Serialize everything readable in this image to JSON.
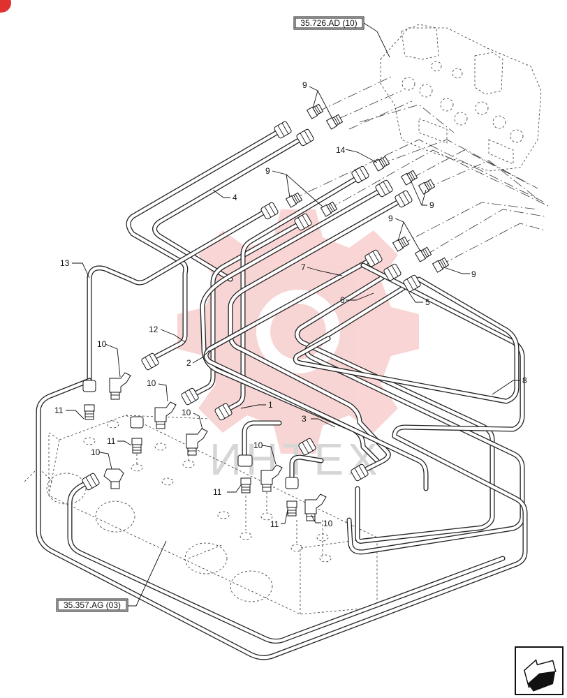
{
  "diagram": {
    "references": {
      "top": "35.726.AD (10)",
      "bottom": "35.357.AG (03)"
    },
    "labels": {
      "l1": "1",
      "l2": "2",
      "l3": "3",
      "l4": "4",
      "l5": "5",
      "l6": "6",
      "l7": "7",
      "l8": "8",
      "l9a": "9",
      "l9b": "9",
      "l9c": "9",
      "l9d": "9",
      "l9e": "9",
      "l10a": "10",
      "l10b": "10",
      "l10c": "10",
      "l10d": "10",
      "l10e": "10",
      "l10f": "10",
      "l11a": "11",
      "l11b": "11",
      "l11c": "11",
      "l11d": "11",
      "l12": "12",
      "l13": "13",
      "l14": "14"
    },
    "icons": {
      "corner_badge": "round-red-badge",
      "watermark": "gear-watermark",
      "nav_arrow": "next-page-arrow-icon"
    },
    "colors": {
      "line": "#111111",
      "watermark": "#f4b3b3",
      "badge": "#e0312f"
    }
  }
}
